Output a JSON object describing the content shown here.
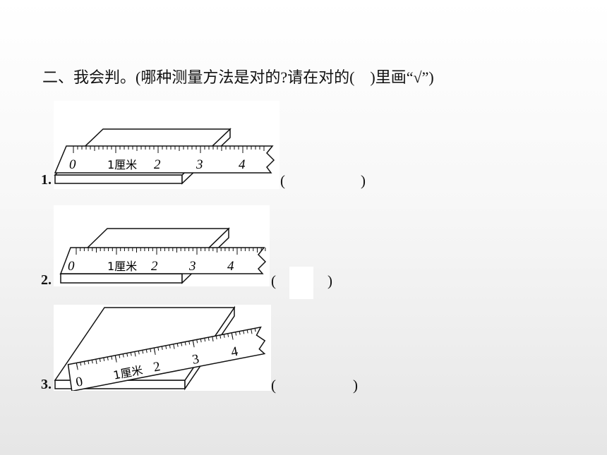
{
  "section": {
    "title_prefix": "二、我会判。",
    "title_paren": "(哪种测量方法是对的?请在对的(　)里画“√”)"
  },
  "questions": [
    {
      "number": "1.",
      "ruler_labels": [
        "0",
        "1厘米",
        "2",
        "3",
        "4"
      ],
      "answer_open": "(",
      "answer_close": ")",
      "answer_value": ""
    },
    {
      "number": "2.",
      "ruler_labels": [
        "0",
        "1厘米",
        "2",
        "3",
        "4"
      ],
      "answer_open": "(",
      "answer_close": ")",
      "answer_value": ""
    },
    {
      "number": "3.",
      "ruler_labels": [
        "0",
        "1厘米",
        "2",
        "3",
        "4"
      ],
      "answer_open": "(",
      "answer_close": ")",
      "answer_value": ""
    }
  ]
}
